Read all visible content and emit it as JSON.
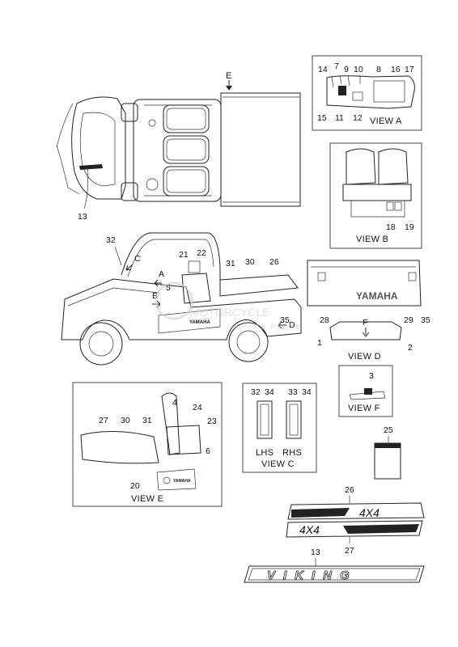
{
  "labels": {
    "arrow_e": "E",
    "top_view": {
      "n13": "13"
    },
    "view_a": {
      "n14": "14",
      "n7": "7",
      "n9": "9",
      "n10": "10",
      "n8": "8",
      "n16": "16",
      "n17": "17",
      "n15": "15",
      "n11": "11",
      "n12": "12",
      "title": "VIEW A"
    },
    "view_b": {
      "n18": "18",
      "n19": "19",
      "title": "VIEW B"
    },
    "side_view": {
      "n32": "32",
      "c": "C",
      "a": "A",
      "b": "B",
      "n21": "21",
      "n22": "22",
      "n31": "31",
      "n30": "30",
      "n26": "26",
      "n5": "5",
      "n35_left": "35",
      "d": "D",
      "n28": "28",
      "n29": "29",
      "n35_right": "35"
    },
    "view_d": {
      "f": "F",
      "n1": "1",
      "n2": "2",
      "title": "VIEW D"
    },
    "view_f": {
      "n3": "3",
      "title": "VIEW F"
    },
    "view_e": {
      "n27": "27",
      "n30": "30",
      "n31": "31",
      "n4": "4",
      "n24": "24",
      "n23": "23",
      "n6": "6",
      "n20": "20",
      "title": "VIEW E"
    },
    "view_c": {
      "n32": "32",
      "n34a": "34",
      "n33": "33",
      "n34b": "34",
      "lhs": "LHS",
      "rhs": "RHS",
      "title": "VIEW C"
    },
    "decal_25": "25",
    "decal_26": "26",
    "decal_27": "27",
    "decal_13": "13",
    "brand_yamaha": "YAMAHA",
    "model_viking": "VIKING",
    "decal_4x4": "4X4"
  },
  "watermark": {
    "line1": "MOTORCYCLE",
    "line2": "SPARE PARTS"
  }
}
